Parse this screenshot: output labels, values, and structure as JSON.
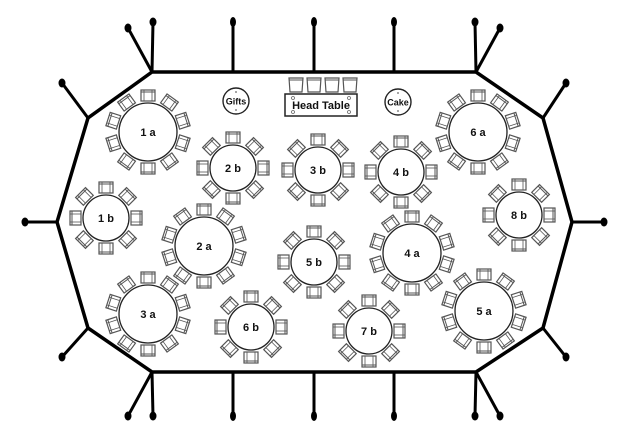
{
  "title": "Tent seating layout",
  "colors": {
    "line": "#000000",
    "chair": "#555555",
    "background": "#ffffff"
  },
  "head_table": {
    "label": "Head Table",
    "chairs": 4
  },
  "gifts": {
    "label": "Gifts"
  },
  "cake": {
    "label": "Cake"
  },
  "tables": [
    {
      "label": "1 a",
      "size": "large",
      "seats": 10
    },
    {
      "label": "2 b",
      "size": "small",
      "seats": 8
    },
    {
      "label": "3 b",
      "size": "small",
      "seats": 8
    },
    {
      "label": "4 b",
      "size": "small",
      "seats": 8
    },
    {
      "label": "6 a",
      "size": "large",
      "seats": 10
    },
    {
      "label": "1 b",
      "size": "small",
      "seats": 8
    },
    {
      "label": "2 a",
      "size": "large",
      "seats": 10
    },
    {
      "label": "5 b",
      "size": "small",
      "seats": 8
    },
    {
      "label": "4 a",
      "size": "large",
      "seats": 10
    },
    {
      "label": "8 b",
      "size": "small",
      "seats": 8
    },
    {
      "label": "3 a",
      "size": "large",
      "seats": 10
    },
    {
      "label": "6 b",
      "size": "small",
      "seats": 8
    },
    {
      "label": "7 b",
      "size": "small",
      "seats": 8
    },
    {
      "label": "5 a",
      "size": "large",
      "seats": 10
    }
  ]
}
